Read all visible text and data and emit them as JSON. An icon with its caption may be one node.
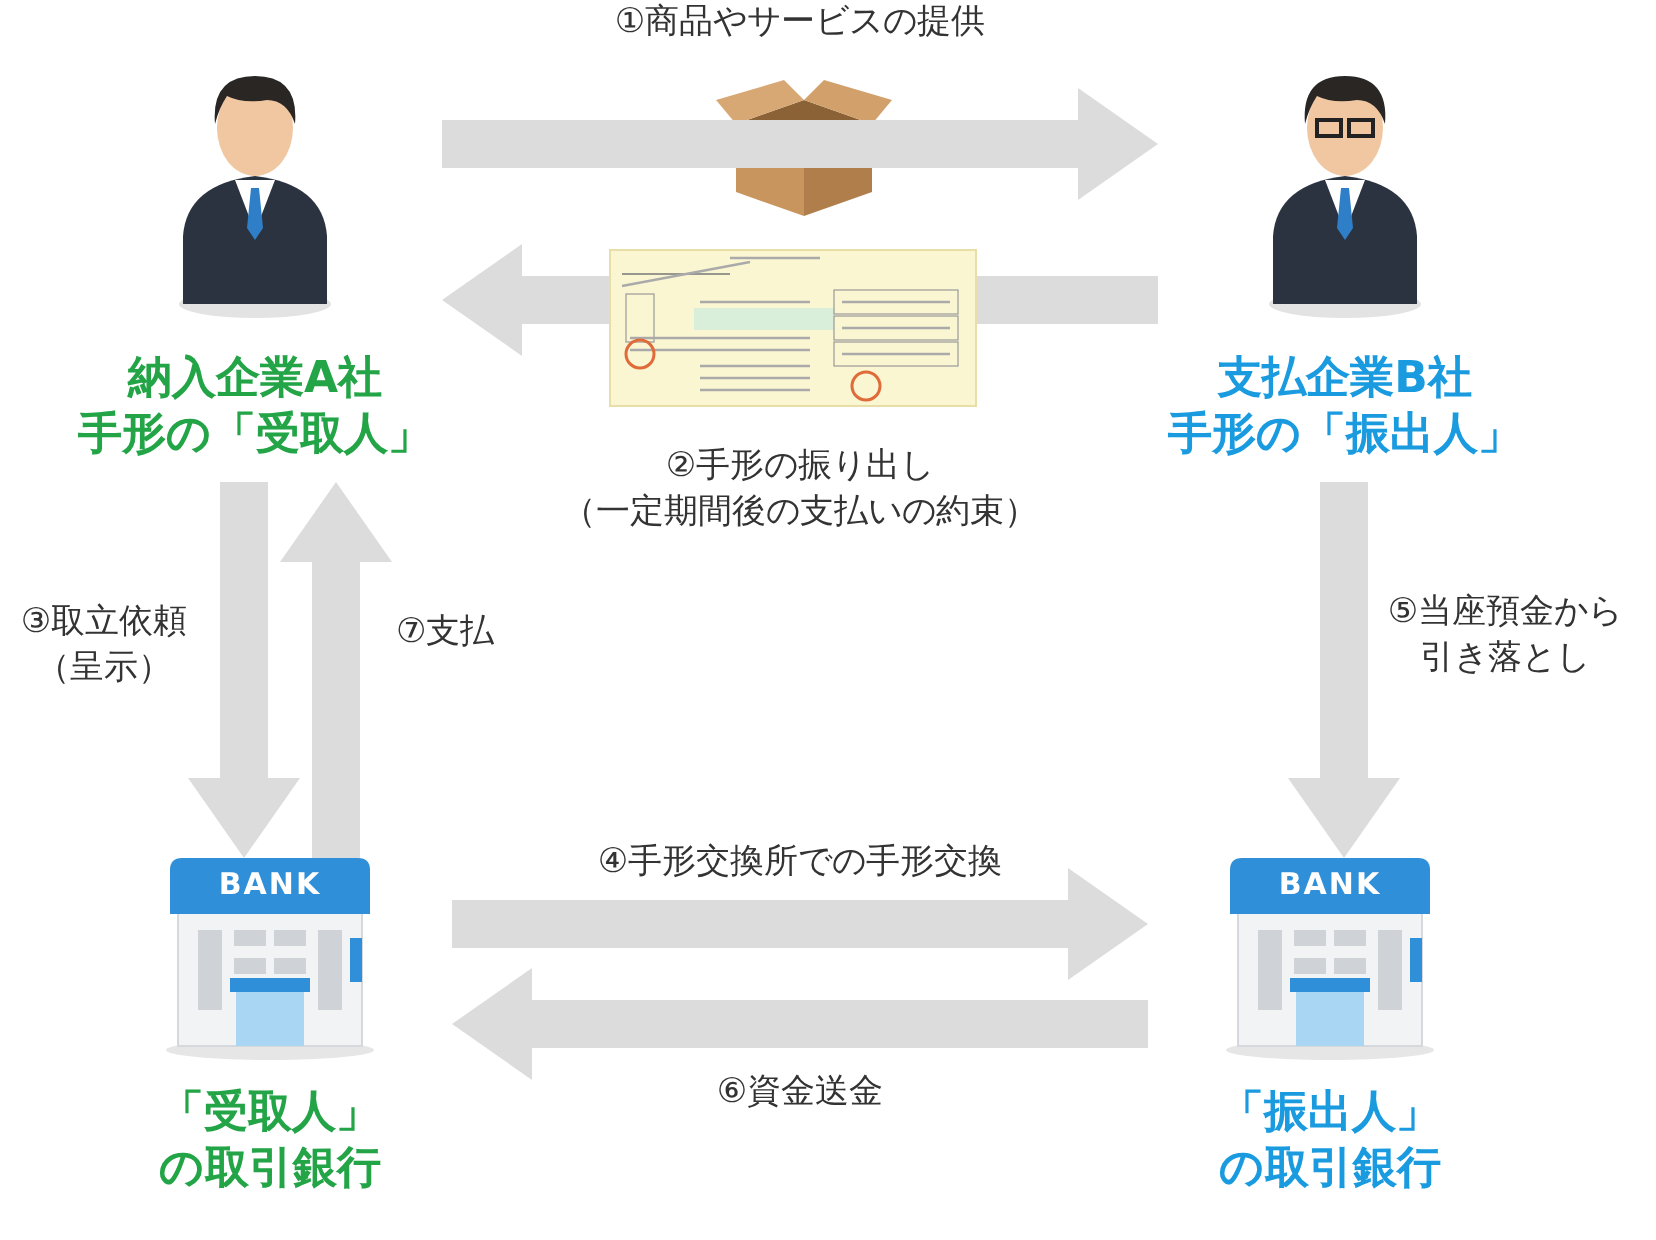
{
  "diagram": {
    "nodes": [
      {
        "text": [
          "納入企業A社",
          "手形の「受取人」"
        ]
      },
      {
        "text": [
          "支払企業B社",
          "手形の「振出人」"
        ]
      },
      {
        "text": [
          "「受取人」の取引銀行"
        ]
      },
      {
        "text": [
          "「振出人」の取引銀行"
        ]
      }
    ],
    "edges": [
      {
        "from": 0,
        "to": 1,
        "arrow": "to",
        "label": "①商品やサービスの提供"
      },
      {
        "from": 1,
        "to": 0,
        "arrow": "to",
        "label": "②手形の振り出し（一定期間後の支払いの約束）"
      },
      {
        "from": 0,
        "to": 2,
        "arrow": "to",
        "label": "③取立依頼（呈示）"
      },
      {
        "from": 2,
        "to": 0,
        "arrow": "to",
        "label": "⑦支払"
      },
      {
        "from": 1,
        "to": 3,
        "arrow": "to",
        "label": "⑤当座預金から引き落とし"
      },
      {
        "from": 2,
        "to": 3,
        "arrow": "to",
        "label": "④手形交換所での手形交換"
      },
      {
        "from": 3,
        "to": 2,
        "arrow": "to",
        "label": "⑥資金送金"
      }
    ],
    "labels": [
      "BANK",
      "BANK"
    ]
  }
}
